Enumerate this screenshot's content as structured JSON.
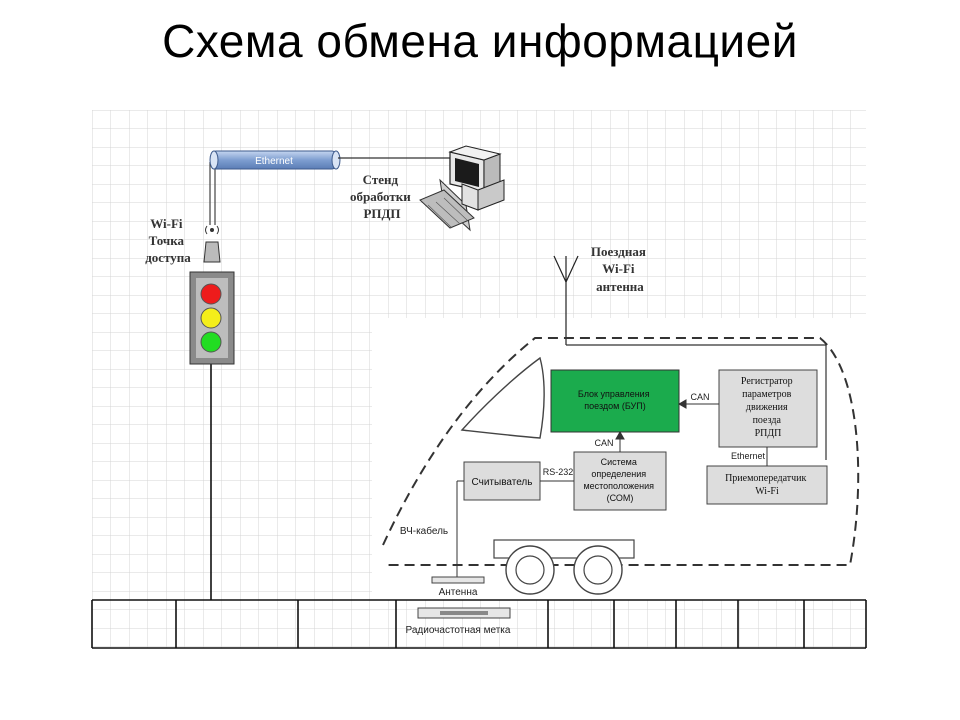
{
  "slide": {
    "title": "Схема обмена информацией"
  },
  "network": {
    "ethernet_cable_label": "Ethernet",
    "station_label": [
      "Стенд",
      "обработки",
      "РПДП"
    ],
    "access_point_label": [
      "Wi-Fi",
      "Точка",
      "доступа"
    ],
    "train_antenna_label": [
      "Поездная",
      "Wi-Fi",
      "антенна"
    ]
  },
  "traffic_light": {
    "colors": {
      "red": "#ee1c1c",
      "yellow": "#f4ee1a",
      "green": "#22dd22"
    }
  },
  "train": {
    "control_unit_label": [
      "Блок управления",
      "поездом (БУП)"
    ],
    "recorder_label": [
      "Регистратор",
      "параметров",
      "движения",
      "поезда",
      "РПДП"
    ],
    "transceiver_label": [
      "Приемопередатчик",
      "Wi-Fi"
    ],
    "positioning_label": [
      "Система",
      "определения",
      "местоположения",
      "(СОМ)"
    ],
    "reader_label": "Считыватель",
    "hf_cable_label": "ВЧ-кабель",
    "antenna_label": "Антенна",
    "rf_tag_label": "Радиочастотная метка"
  },
  "links": {
    "can_recorder": "CAN",
    "can_positioning": "CAN",
    "rs232": "RS-232",
    "ethernet_internal": "Ethernet"
  },
  "colors": {
    "control_unit_fill": "#1bab4d",
    "cable": "#7e9ed0",
    "grid": "#d4d4d4"
  }
}
